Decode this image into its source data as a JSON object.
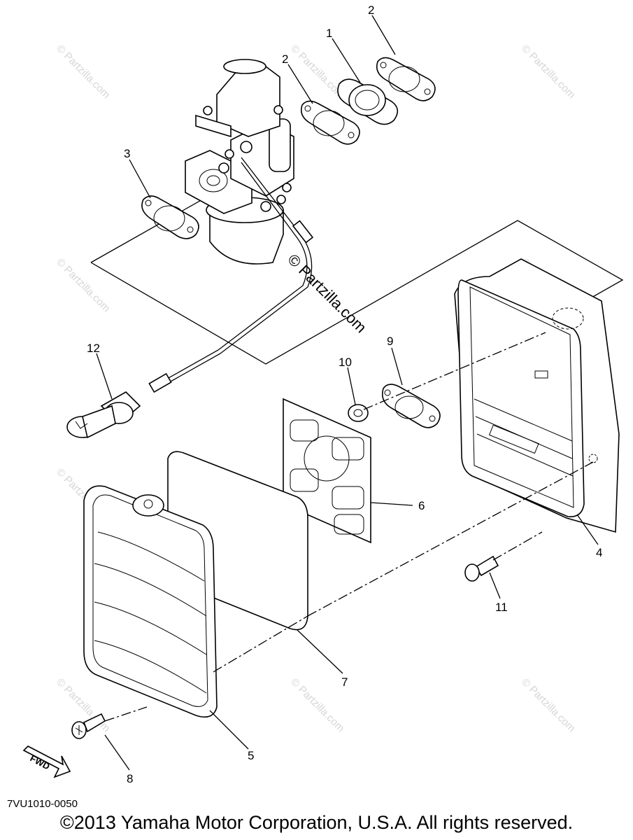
{
  "diagram": {
    "callouts": [
      "1",
      "2",
      "2",
      "3",
      "4",
      "5",
      "6",
      "7",
      "8",
      "9",
      "10",
      "11",
      "12"
    ],
    "watermark": "© Partzilla.com",
    "center_watermark": "© Partzilla.com",
    "fwd_label": "FWD",
    "diagram_code": "7VU1010-0050",
    "copyright": "©2013 Yamaha Motor Corporation, U.S.A. All rights reserved."
  }
}
